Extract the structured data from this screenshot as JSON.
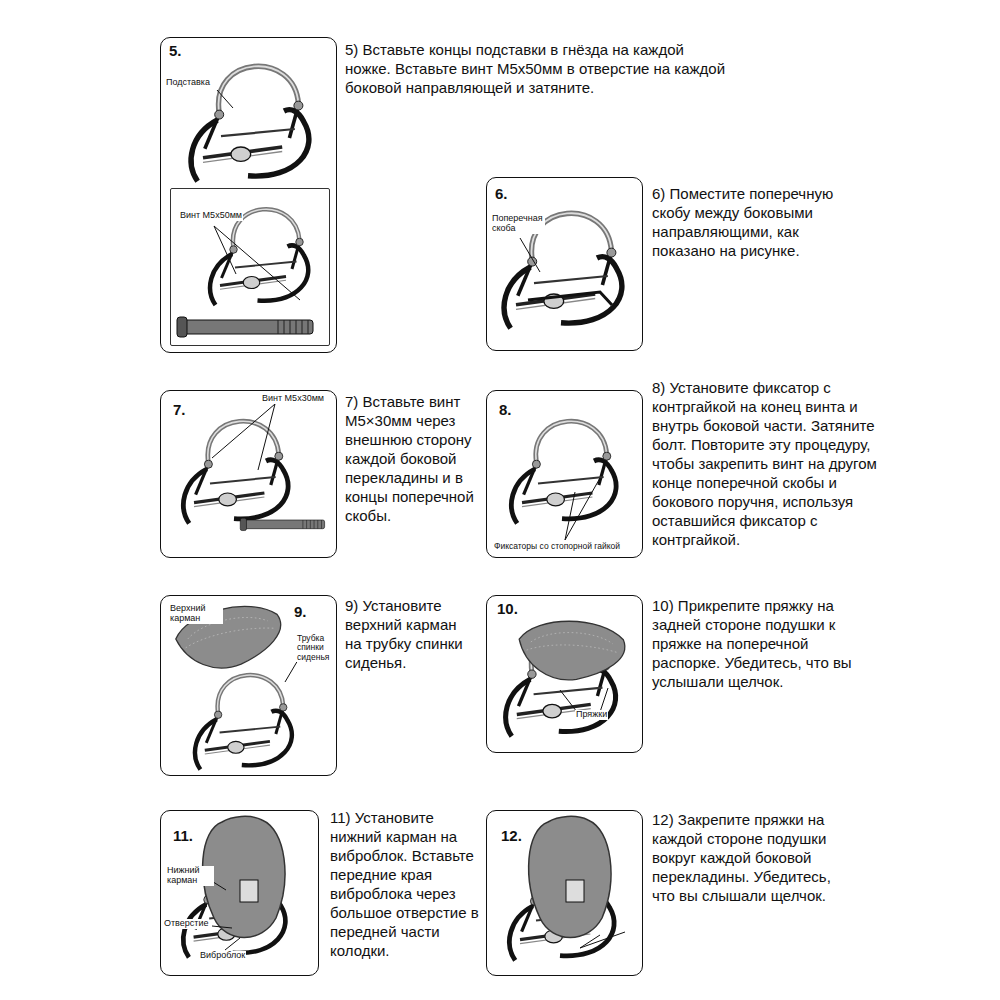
{
  "diagram": {
    "nodes": [
      {
        "text": [
          "5.",
          "Подставка"
        ]
      },
      {
        "text": [
          "Винт M5x50мм"
        ],
        "in": 0
      },
      {
        "text": [
          "6.",
          "Поперечная скоба"
        ]
      },
      {
        "text": [
          "7.",
          "Винт M5x30мм"
        ]
      },
      {
        "text": [
          "8.",
          "Фиксаторы со стопорной гайкой"
        ]
      },
      {
        "text": [
          "Верхний карман",
          "9.",
          "Трубка спинки сиденья"
        ]
      },
      {
        "text": [
          "10.",
          "Пряжки"
        ]
      },
      {
        "text": [
          "11.",
          "Нижний карман",
          "Отверстие",
          "Виброблок"
        ]
      },
      {
        "text": [
          "12."
        ]
      }
    ],
    "labels": [
      "5) Вставьте концы подставки в гнёзда на каждой ножке. Вставьте винт M5x50мм в отверстие на каждой боковой направляющей и затяните.",
      "6) Поместите поперечную скобу между боковыми направляющими, как показано на рисунке.",
      "7) Вставьте винт M5×30мм через внешнюю сторону каждой боковой перекладины и в концы поперечной скобы.",
      "8) Установите фиксатор с контргайкой на конец винта и внутрь боковой части. Затяните болт. Повторите эту процедуру, чтобы закрепить винт на другом конце поперечной скобы и бокового поручня, используя оставшийся фиксатор с контргайкой.",
      "9) Установите верхний карман на трубку спинки сиденья.",
      "10) Прикрепите пряжку на задней стороне подушки к пряжке на поперечной распорке. Убедитесь, что вы услышали щелчок.",
      "11) Установите нижний карман на виброблок. Вставьте передние края виброблока через большое отверстие в передней части колодки.",
      "12) Закрепите пряжки на каждой стороне подушки вокруг каждой боковой перекладины. Убедитесь, что вы слышали щелчок."
    ]
  }
}
